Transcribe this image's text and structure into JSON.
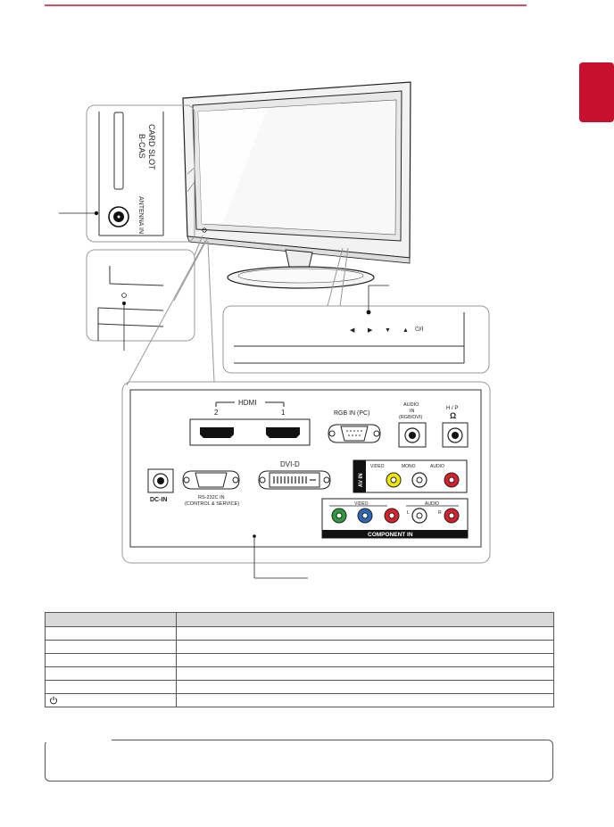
{
  "colors": {
    "accent": "#c8102e",
    "border": "#999999",
    "dark": "#111111"
  },
  "labels": {
    "card_slot_line1": "B-CAS",
    "card_slot_line2": "CARD SLOT",
    "antenna": "ANTENNA IN",
    "hdmi": "HDMI",
    "hdmi_2": "2",
    "hdmi_1": "1",
    "rgb": "RGB IN (PC)",
    "audio_line1": "AUDIO",
    "audio_line2": "IN",
    "audio_line3": "(RGB/DVI)",
    "hp": "H / P",
    "dvi": "DVI-D",
    "dc": "DC-IN",
    "rs232_line1": "RS-232C IN",
    "rs232_line2": "(CONTROL & SERVICE)",
    "av_in": "AV IN",
    "video": "VIDEO",
    "mono": "MONO",
    "audio": "AUDIO",
    "component_video": "VIDEO",
    "component_audio": "AUDIO",
    "component_in": "COMPONENT IN",
    "l_mark": "L",
    "r_mark": "R"
  },
  "table": {
    "headers": [
      "",
      ""
    ],
    "rows": [
      {
        "c1": "",
        "c2": ""
      },
      {
        "c1": "",
        "c2": ""
      },
      {
        "c1": "",
        "c2": ""
      },
      {
        "c1": "",
        "c2": ""
      },
      {
        "c1": "",
        "c2": ""
      },
      {
        "c1": "power-icon",
        "c2": ""
      }
    ]
  },
  "note": {
    "title": "",
    "text": ""
  }
}
